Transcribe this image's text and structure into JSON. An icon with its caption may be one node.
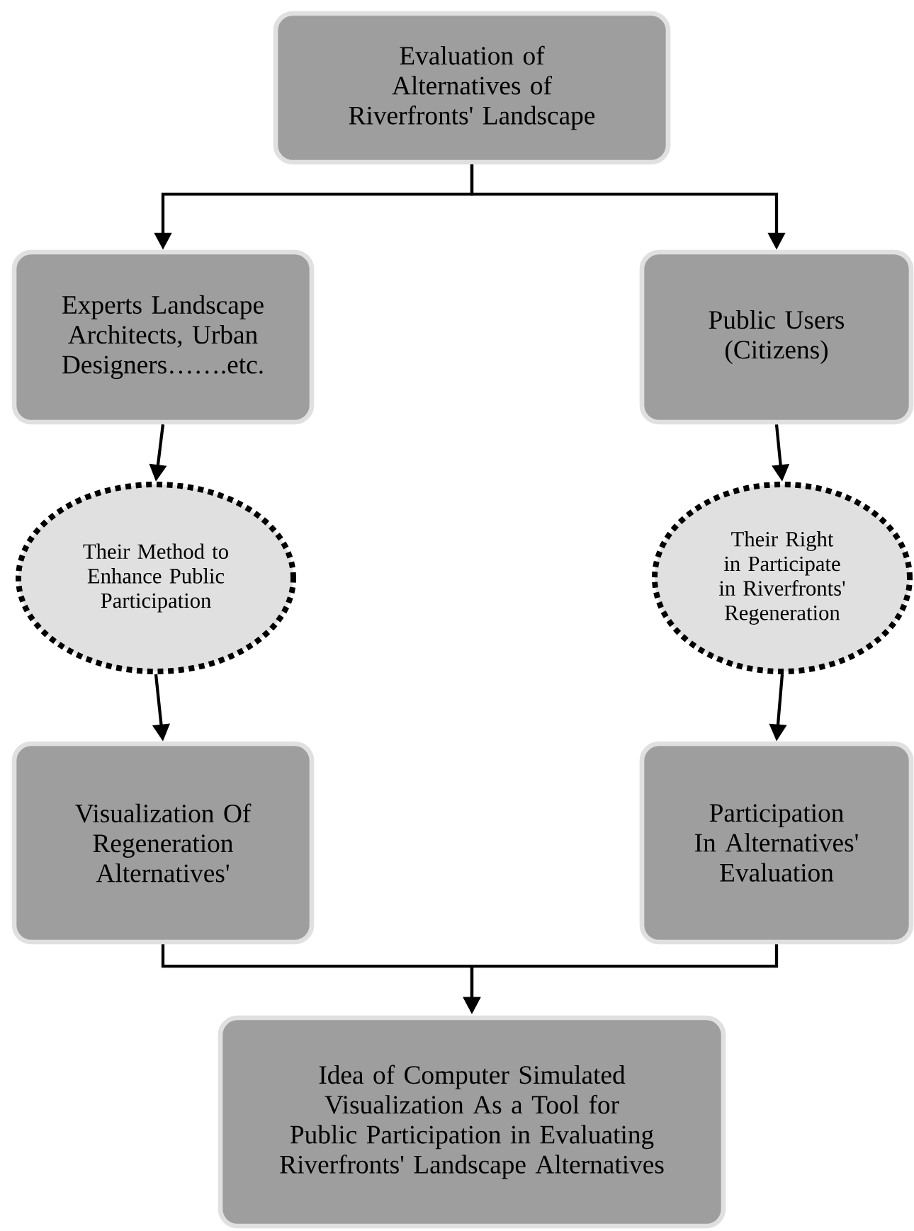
{
  "diagram": {
    "nodes": [
      {
        "text": [
          "Evaluation of Alternatives of Riverfronts' Landscape"
        ]
      },
      {
        "text": [
          "Experts Landscape Architects, Urban Designers…….etc."
        ]
      },
      {
        "text": [
          "Public Users (Citizens)"
        ]
      },
      {
        "text": [
          "Their Method to Enhance Public Participation"
        ]
      },
      {
        "text": [
          "Their Right in Participate in Riverfronts' Regeneration"
        ]
      },
      {
        "text": [
          "Visualization Of Regeneration Alternatives'"
        ]
      },
      {
        "text": [
          "Participation In Alternatives' Evaluation"
        ]
      },
      {
        "text": [
          "Idea of Computer Simulated Visualization As a Tool for Public Participation in Evaluating Riverfronts' Landscape Alternatives"
        ]
      }
    ],
    "edges": [
      {
        "from": 0,
        "to": 1,
        "arrow": "to"
      },
      {
        "from": 0,
        "to": 2,
        "arrow": "to"
      },
      {
        "from": 1,
        "to": 3,
        "arrow": "to"
      },
      {
        "from": 2,
        "to": 4,
        "arrow": "to"
      },
      {
        "from": 3,
        "to": 5,
        "arrow": "to"
      },
      {
        "from": 4,
        "to": 6,
        "arrow": "to"
      },
      {
        "from": 5,
        "to": 7,
        "arrow": "to"
      },
      {
        "from": 6,
        "to": 7,
        "arrow": "to"
      }
    ]
  }
}
